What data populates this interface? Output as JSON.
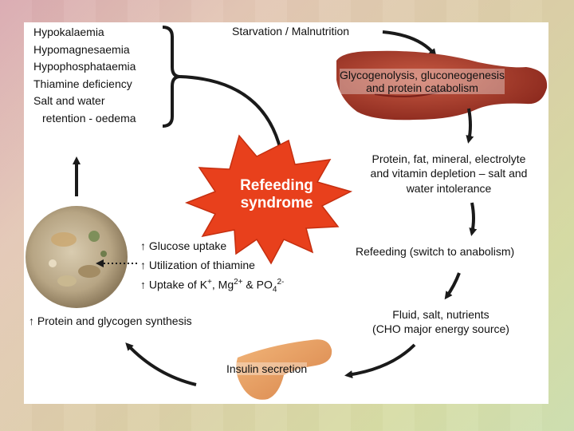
{
  "deficits": [
    "Hypokalaemia",
    "Hypomagnesaemia",
    "Hypophosphataemia",
    "Thiamine deficiency",
    "Salt and water",
    "retention - oedema"
  ],
  "starvation": "Starvation / Malnutrition",
  "liver_label": {
    "line1": "Glycogenolysis, gluconeogenesis",
    "line2": "and protein catabolism"
  },
  "depletion": {
    "line1": "Protein, fat, mineral, electrolyte",
    "line2": "and vitamin depletion – salt and",
    "line3": "water intolerance"
  },
  "refeeding_switch": "Refeeding (switch to anabolism)",
  "fluid": {
    "line1": "Fluid, salt, nutrients",
    "line2": "(CHO major energy source)"
  },
  "insulin": "Insulin secretion",
  "synthesis": "↑ Protein and glycogen synthesis",
  "uptakes": {
    "glucose": "↑ Glucose uptake",
    "thiamine": "↑ Utilization of thiamine",
    "ions_prefix": "↑ Uptake of K",
    "ions_plus": "+",
    "mg": ", Mg",
    "mg_charge": "2+",
    "po": " & PO",
    "po_sub": "4",
    "po_charge": "2-"
  },
  "starburst": {
    "line1": "Refeeding",
    "line2": "syndrome",
    "color": "#e8401c"
  },
  "colors": {
    "arrow": "#1a1a1a",
    "liver": "#a63a2a",
    "pancreas": "#e8a062",
    "cell": "#b9a88a"
  }
}
